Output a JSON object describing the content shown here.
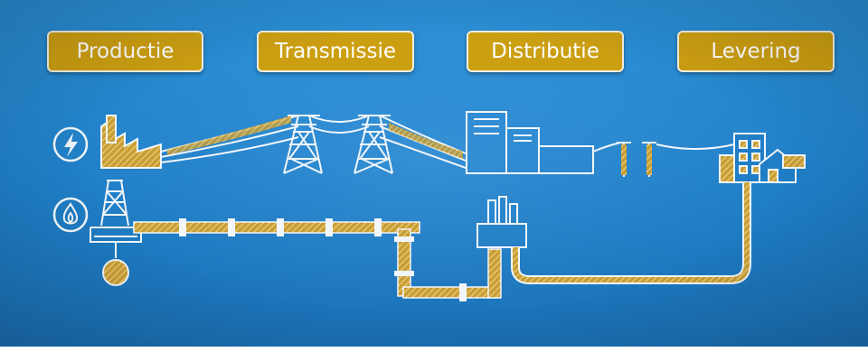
{
  "stages": [
    {
      "label": "Productie"
    },
    {
      "label": "Transmissie"
    },
    {
      "label": "Distributie"
    },
    {
      "label": "Levering"
    }
  ],
  "icons": {
    "electricity": "lightning-icon",
    "gas": "flame-icon"
  },
  "colors": {
    "background": "#1f7ec6",
    "label_fill": "#cc9f12",
    "label_border": "#f3f0e2",
    "sketch_line": "#f2f6fa",
    "pipe": "#d8b24a"
  }
}
